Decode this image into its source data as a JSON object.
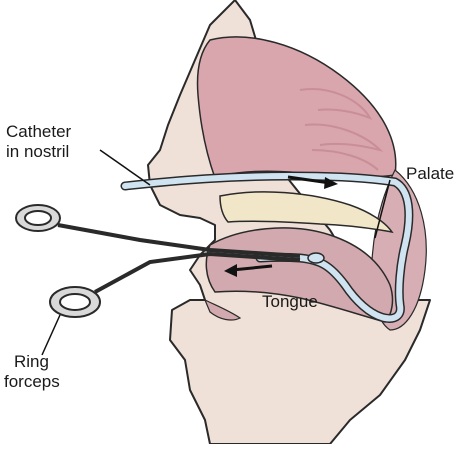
{
  "labels": {
    "catheter_line1": "Catheter",
    "catheter_line2": "in nostril",
    "palate": "Palate",
    "tongue": "Tongue",
    "forceps_line1": "Ring",
    "forceps_line2": "forceps"
  },
  "colors": {
    "skin": "#efe1d7",
    "skin_outline": "#2a2a2a",
    "nasal_cavity": "#d9a6ad",
    "nasal_cavity_dark": "#c98e98",
    "pharynx_wall": "#d6aeb4",
    "palate_bone": "#f2e6c8",
    "tongue": "#d2a9ae",
    "catheter": "#cfe3f0",
    "forceps": "#d9d9d9",
    "label_text": "#1a1a1a"
  },
  "icons": {
    "catheter_direction": "arrow-right-icon",
    "forceps_pull_direction": "arrow-left-icon"
  }
}
